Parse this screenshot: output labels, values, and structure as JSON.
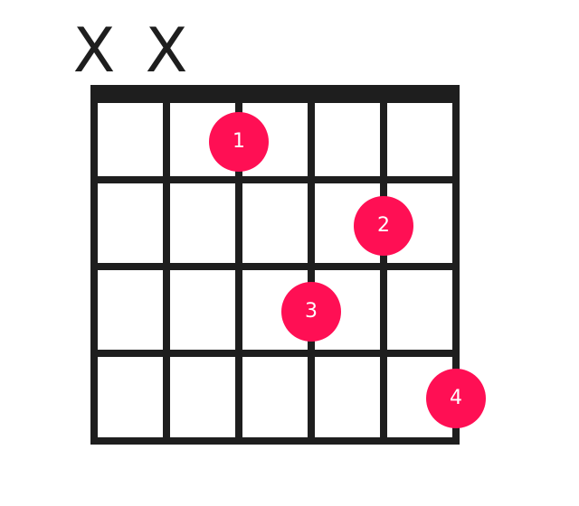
{
  "chord": {
    "colors": {
      "line": "#1e1e1e",
      "dot": "#ff0f54",
      "dot_text": "#ffffff",
      "background": "#ffffff"
    },
    "strings": 6,
    "frets": 4,
    "muted": [
      {
        "string": 1,
        "label": "X"
      },
      {
        "string": 2,
        "label": "X"
      }
    ],
    "fingers": [
      {
        "label": "1",
        "string": 3,
        "fret": 1
      },
      {
        "label": "2",
        "string": 5,
        "fret": 2
      },
      {
        "label": "3",
        "string": 4,
        "fret": 3
      },
      {
        "label": "4",
        "string": 6,
        "fret": 4
      }
    ]
  }
}
